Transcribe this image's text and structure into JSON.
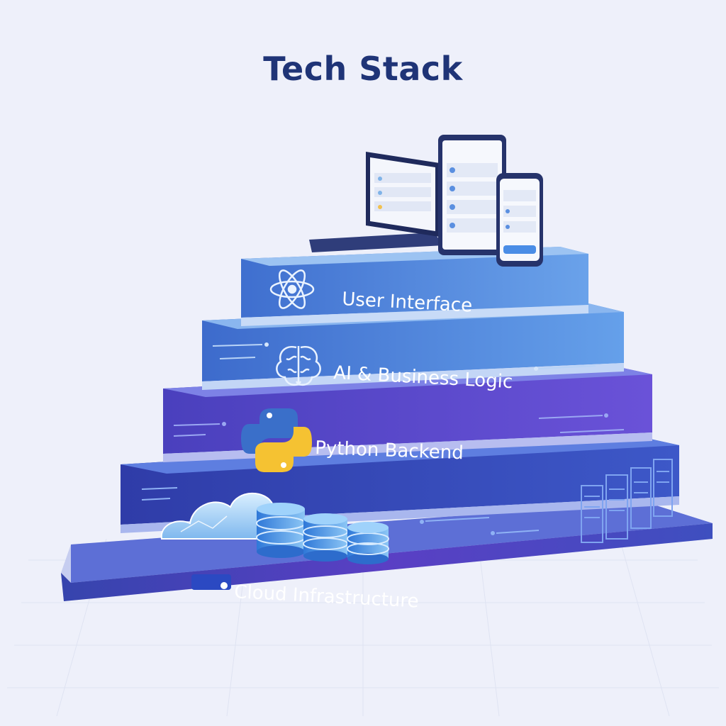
{
  "title": "Tech Stack",
  "layers": [
    {
      "label": "User Interface",
      "icon": "atom-icon"
    },
    {
      "label": "AI & Business Logic",
      "icon": "brain-icon"
    },
    {
      "label": "Python Backend",
      "icon": "python-logo-icon"
    },
    {
      "label": "",
      "icon": "cloud-database-icon"
    },
    {
      "label": "Cloud Infrastructure",
      "icon": ""
    }
  ],
  "colors": {
    "title": "#1f3477",
    "ui_layer": "#4d86db",
    "ai_layer": "#4a7fd6",
    "python_layer": "#5448c8",
    "infra_layer": "#3c47b8",
    "base_layer": "#3d4bb5",
    "python_blue": "#3a6fc9",
    "python_yellow": "#f5c232"
  }
}
